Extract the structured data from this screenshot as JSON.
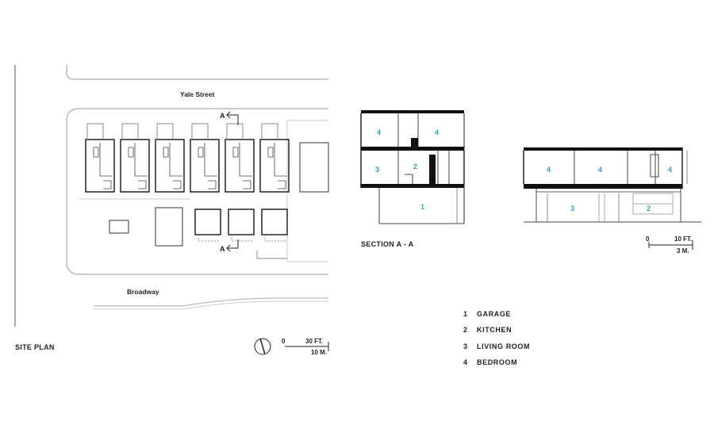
{
  "site_plan": {
    "title": "SITE PLAN",
    "streets": {
      "top": "Yale Street",
      "bottom": "Broadway"
    },
    "section_marker": "A",
    "scale": {
      "zero": "0",
      "ft": "30 FT.",
      "m": "10 M."
    }
  },
  "section": {
    "title": "SECTION A - A",
    "scale": {
      "zero": "0",
      "ft": "10 FT.",
      "m": "3 M."
    },
    "room_color": "#2aa0c8",
    "left_rooms": [
      "4",
      "4",
      "3",
      "2",
      "1"
    ],
    "right_rooms": [
      "4",
      "4",
      "4",
      "3",
      "2"
    ]
  },
  "legend": [
    {
      "num": "1",
      "label": "GARAGE"
    },
    {
      "num": "2",
      "label": "KITCHEN"
    },
    {
      "num": "3",
      "label": "LIVING ROOM"
    },
    {
      "num": "4",
      "label": "BEDROOM"
    }
  ]
}
